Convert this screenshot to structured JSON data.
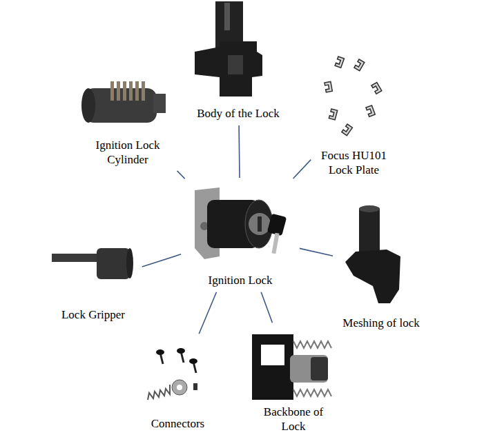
{
  "diagram": {
    "nodes": [
      {
        "text": [
          "Body of the Lock"
        ]
      },
      {
        "text": [
          "Ignition Lock Cylinder"
        ]
      },
      {
        "text": [
          "Focus HU101 Lock Plate"
        ]
      },
      {
        "text": [
          "Ignition Lock"
        ]
      },
      {
        "text": [
          "Lock Gripper"
        ]
      },
      {
        "text": [
          "Meshing of lock"
        ]
      },
      {
        "text": [
          "Connectors"
        ]
      },
      {
        "text": [
          "Backbone of Lock"
        ]
      }
    ],
    "edges": [
      {
        "from": 3,
        "to": 0,
        "arrow": "none"
      },
      {
        "from": 3,
        "to": 1,
        "arrow": "none"
      },
      {
        "from": 3,
        "to": 2,
        "arrow": "none"
      },
      {
        "from": 3,
        "to": 4,
        "arrow": "none"
      },
      {
        "from": 3,
        "to": 5,
        "arrow": "none"
      },
      {
        "from": 3,
        "to": 6,
        "arrow": "none"
      },
      {
        "from": 3,
        "to": 7,
        "arrow": "none"
      }
    ]
  }
}
